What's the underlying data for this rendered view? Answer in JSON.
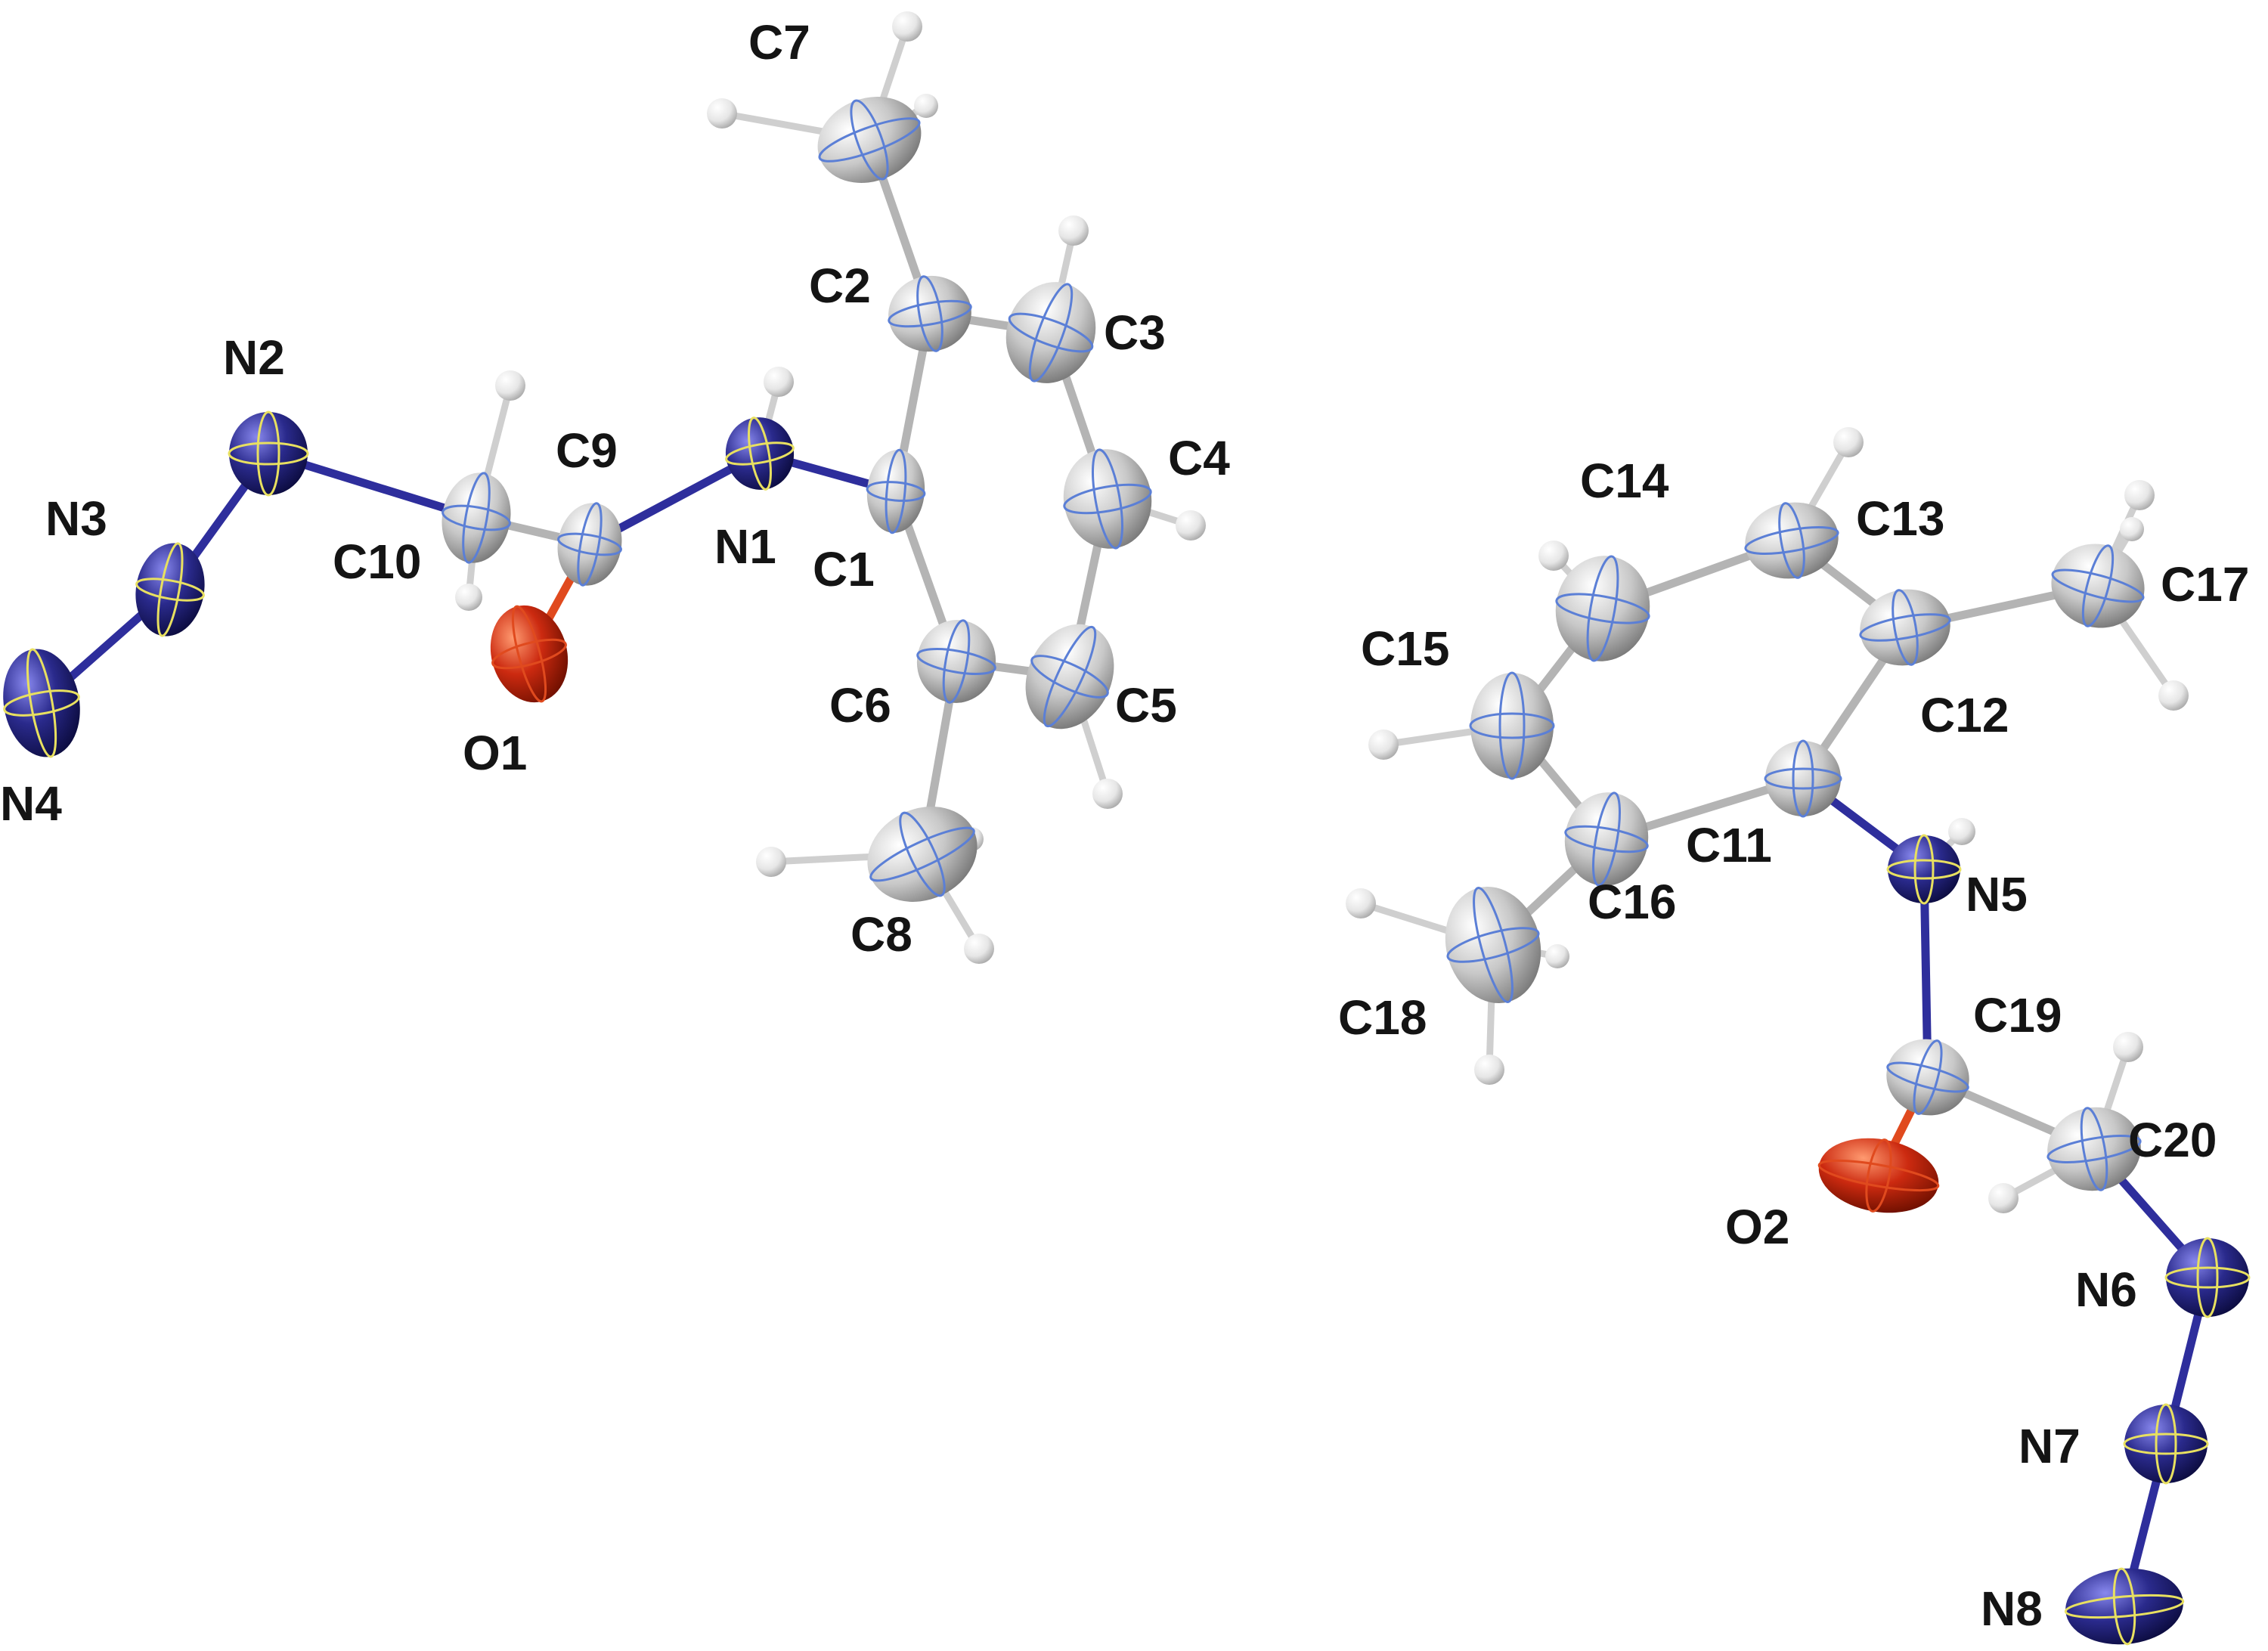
{
  "colors": {
    "carbon": "#c8c8c8",
    "nitrogen": "#2a2a8c",
    "oxygen": "#cc2a10",
    "hydrogen": "#e6e6e6",
    "carbon_axes": "#5b7fd6",
    "hetero_axes": "#e8e060",
    "label": "#141414"
  },
  "labels": {
    "C1": "C1",
    "C2": "C2",
    "C3": "C3",
    "C4": "C4",
    "C5": "C5",
    "C6": "C6",
    "C7": "C7",
    "C8": "C8",
    "C9": "C9",
    "C10": "C10",
    "N1": "N1",
    "N2": "N2",
    "N3": "N3",
    "N4": "N4",
    "O1": "O1",
    "C11": "C11",
    "C12": "C12",
    "C13": "C13",
    "C14": "C14",
    "C15": "C15",
    "C16": "C16",
    "C17": "C17",
    "C18": "C18",
    "C19": "C19",
    "C20": "C20",
    "N5": "N5",
    "N6": "N6",
    "N7": "N7",
    "N8": "N8",
    "O2": "O2"
  }
}
